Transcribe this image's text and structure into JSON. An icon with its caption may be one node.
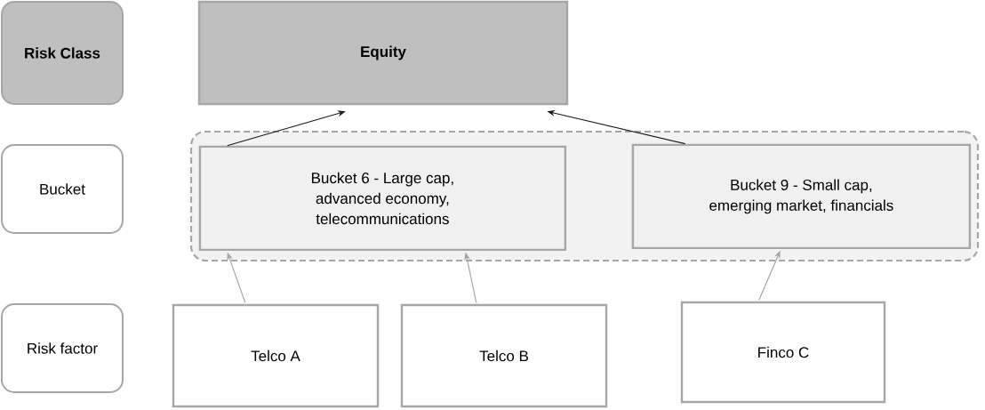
{
  "diagram": {
    "nodes": [
      {
        "text": [
          "Risk Class"
        ]
      },
      {
        "text": [
          "Equity"
        ]
      },
      {
        "text": [
          "Bucket"
        ]
      },
      {
        "text": [],
        "shape": "box"
      },
      {
        "text": [
          "Bucket 6 - Large cap, advanced economy, telecommunications"
        ],
        "in": 3
      },
      {
        "text": [
          "Bucket 9 - Small cap, emerging market, financials"
        ],
        "in": 3
      },
      {
        "text": [
          "Risk factor"
        ]
      },
      {
        "text": [
          "Telco A"
        ]
      },
      {
        "text": [
          "Telco B"
        ]
      },
      {
        "text": [
          "Finco C"
        ]
      }
    ],
    "edges": [
      {
        "from": 4,
        "to": 1,
        "arrow": "to",
        "color": "#1a1a1a"
      },
      {
        "from": 5,
        "to": 1,
        "arrow": "to",
        "color": "#1a1a1a"
      },
      {
        "from": 7,
        "to": 4,
        "arrow": "to"
      },
      {
        "from": 8,
        "to": 4,
        "arrow": "to"
      },
      {
        "from": 9,
        "to": 5,
        "arrow": "to"
      }
    ]
  }
}
